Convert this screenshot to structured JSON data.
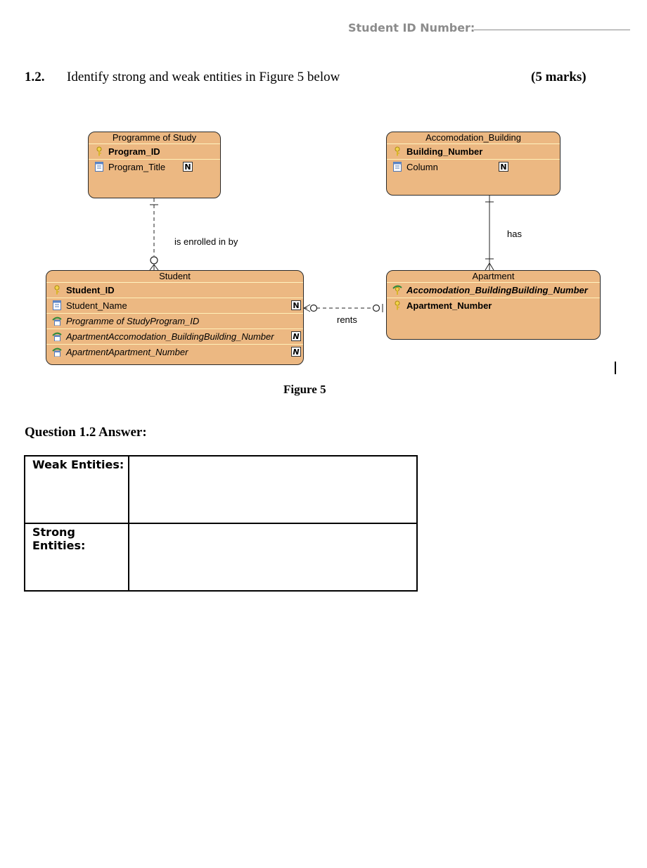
{
  "header": {
    "student_id_label": "Student ID Number:"
  },
  "question": {
    "number": "1.2.",
    "text": "Identify strong and weak entities in Figure 5 below",
    "marks": "(5 marks)"
  },
  "diagram": {
    "entities": {
      "programme": {
        "name": "Programme of Study",
        "pk": "Program_ID",
        "col1": "Program_Title",
        "null_badge": "N"
      },
      "building": {
        "name": "Accomodation_Building",
        "pk": "Building_Number",
        "col1": "Column",
        "null_badge": "N"
      },
      "student": {
        "name": "Student",
        "pk": "Student_ID",
        "col1": "Student_Name",
        "fk1": "Programme of StudyProgram_ID",
        "fk2": "ApartmentAccomodation_BuildingBuilding_Number",
        "fk3": "ApartmentApartment_Number",
        "null_badge": "N"
      },
      "apartment": {
        "name": "Apartment",
        "pfk": "Accomodation_BuildingBuilding_Number",
        "pk": "Apartment_Number"
      }
    },
    "relationships": {
      "enrolled": "is enrolled in by",
      "has": "has",
      "rents": "rents"
    },
    "caption": "Figure 5"
  },
  "answer": {
    "title": "Question 1.2 Answer:",
    "weak_label": "Weak Entities:",
    "strong_label": "Strong Entities:"
  }
}
